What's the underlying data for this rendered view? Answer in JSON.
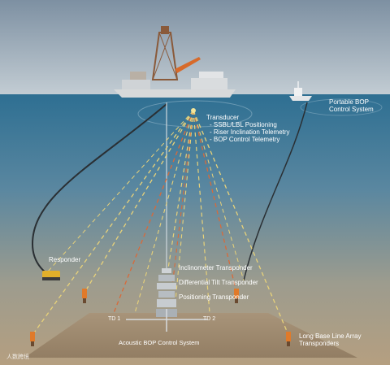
{
  "labels": {
    "transducer_title": "Transducer",
    "transducer_line1": "- SSBL/LBL Positioning",
    "transducer_line2": "- Riser Inclination Telemetry",
    "transducer_line3": "- BOP Control Telemetry",
    "portable_bop_line1": "Portable BOP",
    "portable_bop_line2": "Control System",
    "responder": "Responder",
    "inclinometer": "Inclinometer Transponder",
    "differential_tilt": "Differential Tilt Transponder",
    "positioning": "Positioning Transponder",
    "td1": "TD 1",
    "td2": "TD 2",
    "acoustic_bop": "Acoustic BOP Control System",
    "lbl_array_line1": "Long Base Line Array",
    "lbl_array_line2": "Transponders",
    "watermark": "人数跨境"
  },
  "colors": {
    "sky_top": "#7f93a5",
    "sky_bottom": "#b9c4cc",
    "sea_top": "#2d6c8e",
    "sea_bottom": "#b7a283",
    "seabed": "#a48e72",
    "dashed_yellow": "#e8d27a",
    "dashed_red": "#d86a3a",
    "transponder_orange": "#e07a2a"
  }
}
